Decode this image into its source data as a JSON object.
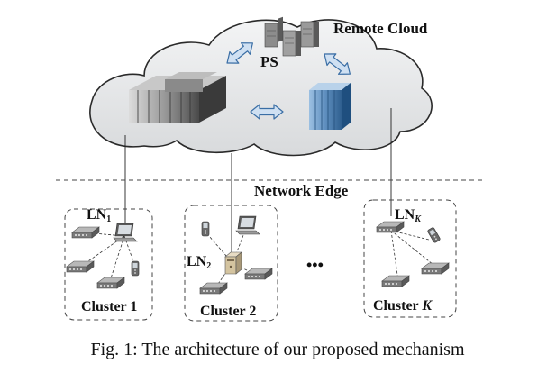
{
  "labels": {
    "remote_cloud": "Remote Cloud",
    "ps": "PS",
    "network_edge": "Network Edge",
    "ln1": {
      "base": "LN",
      "sub": "1"
    },
    "ln2": {
      "base": "LN",
      "sub": "2"
    },
    "lnk": {
      "base": "LN",
      "sub": "K"
    },
    "cluster1": "Cluster 1",
    "cluster2": "Cluster 2",
    "clusterk": {
      "base": "Cluster ",
      "var": "K"
    },
    "ellipsis": "•••"
  },
  "caption": "Fig. 1: The architecture of our proposed mechanism",
  "colors": {
    "cloud_fill": "#e6e8ea",
    "cloud_stroke": "#2a2a2a",
    "arrow_fill": "#cfe0f2",
    "arrow_stroke": "#3a6ea5",
    "server_light": "#7fa7cf",
    "server_dark": "#2f5f8f",
    "cluster_border": "#444444"
  },
  "icons": {
    "cloud": "cloud-icon",
    "ps_servers": "server-cluster-icon",
    "data_center": "data-center-icon",
    "edge_server": "server-rack-icon",
    "laptop": "laptop-icon",
    "switch": "network-switch-icon",
    "phone": "mobile-phone-icon",
    "pc": "desktop-pc-icon"
  }
}
